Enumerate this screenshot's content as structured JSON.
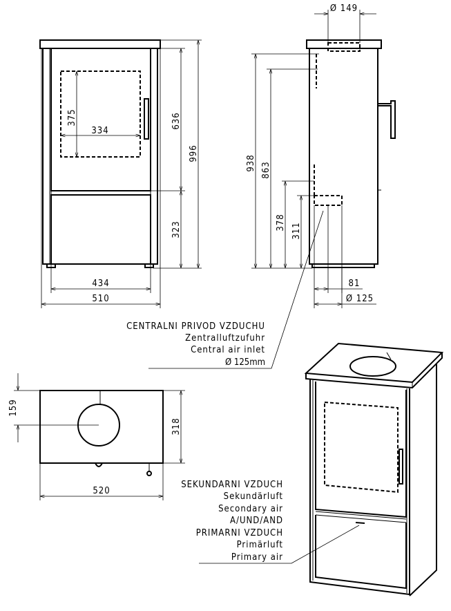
{
  "front_view": {
    "dims": {
      "height_door": "636",
      "height_total": "996",
      "height_lower": "323",
      "width_inner": "434",
      "width_total": "510",
      "window_height": "375",
      "window_width": "334"
    }
  },
  "side_view": {
    "dims": {
      "flue_diameter": "Ø 149",
      "height_flue_top": "938",
      "height_flue_rear": "863",
      "height_air_inlet": "378",
      "height_air_inlet_center": "311",
      "inlet_offset": "81",
      "inlet_diameter": "Ø 125"
    }
  },
  "central_air_label": {
    "lines": [
      "CENTRALNI PRIVOD VZDUCHU",
      "Zentralluftzufuhr",
      "Central air inlet",
      "Ø 125mm"
    ]
  },
  "top_view": {
    "dims": {
      "flue_offset": "159",
      "depth": "318",
      "width": "520"
    }
  },
  "air_label": {
    "lines": [
      "SEKUNDARNI VZDUCH",
      "Sekundärluft",
      "Secondary air",
      "A/UND/AND",
      "PRIMARNI VZDUCH",
      "Primärluft",
      "Primary air"
    ]
  }
}
